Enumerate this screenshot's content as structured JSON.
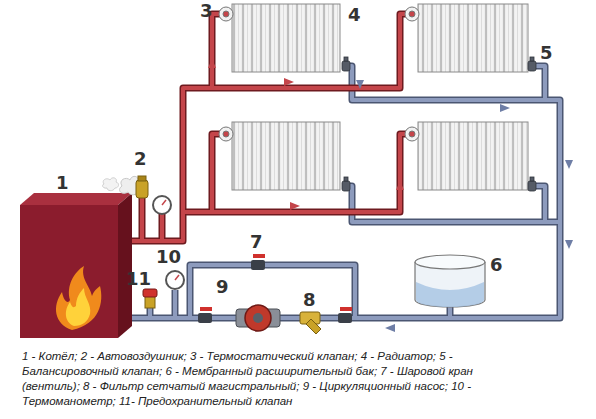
{
  "diagram": {
    "caption": "1 - Котёл; 2 - Автовоздушник; 3 - Термостатический клапан; 4 - Радиатор; 5 - Балансировочный клапан; 6 - Мембранный расширительный бак; 7 - Шаровой кран (вентиль); 8 - Фильтр сетчатый магистральный; 9 - Циркуляционный насос; 10 - Термоманометр; 11- Предохранительный клапан",
    "labels": [
      "1",
      "2",
      "3",
      "4",
      "5",
      "6",
      "7",
      "8",
      "9",
      "10",
      "11"
    ]
  }
}
